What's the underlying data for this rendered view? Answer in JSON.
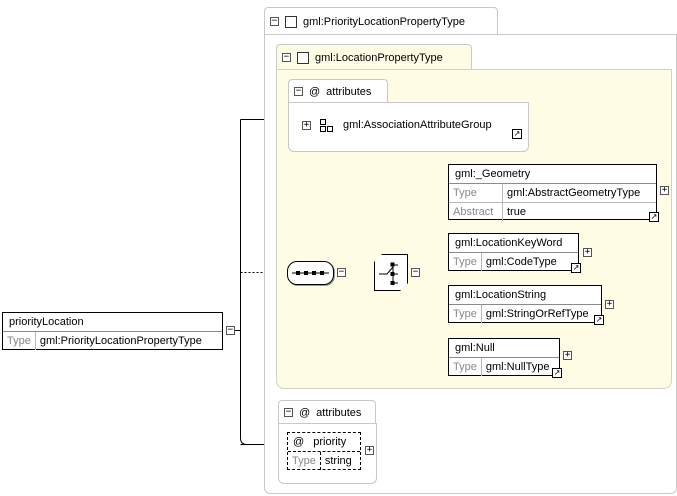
{
  "outer_type": {
    "label": "gml:PriorityLocationPropertyType"
  },
  "inner_type": {
    "label": "gml:LocationPropertyType"
  },
  "inner_attributes": {
    "label": "attributes",
    "group": {
      "label": "gml:AssociationAttributeGroup"
    }
  },
  "root_element": {
    "name": "priorityLocation",
    "type_label": "Type",
    "type_value": "gml:PriorityLocationPropertyType"
  },
  "choice_elements": [
    {
      "name": "gml:_Geometry",
      "rows": [
        {
          "label": "Type",
          "value": "gml:AbstractGeometryType"
        },
        {
          "label": "Abstract",
          "value": "true"
        }
      ]
    },
    {
      "name": "gml:LocationKeyWord",
      "rows": [
        {
          "label": "Type",
          "value": "gml:CodeType"
        }
      ]
    },
    {
      "name": "gml:LocationString",
      "rows": [
        {
          "label": "Type",
          "value": "gml:StringOrRefType"
        }
      ]
    },
    {
      "name": "gml:Null",
      "rows": [
        {
          "label": "Type",
          "value": "gml:NullType"
        }
      ]
    }
  ],
  "outer_attributes": {
    "label": "attributes",
    "attribute": {
      "name": "priority",
      "type_label": "Type",
      "type_value": "string"
    }
  },
  "symbols": {
    "at": "@",
    "expand": "+",
    "collapse": "−",
    "ref_arrow": "↗"
  },
  "colors": {
    "yellow_panel": "#fefce4",
    "border": "#c8c8c8"
  }
}
